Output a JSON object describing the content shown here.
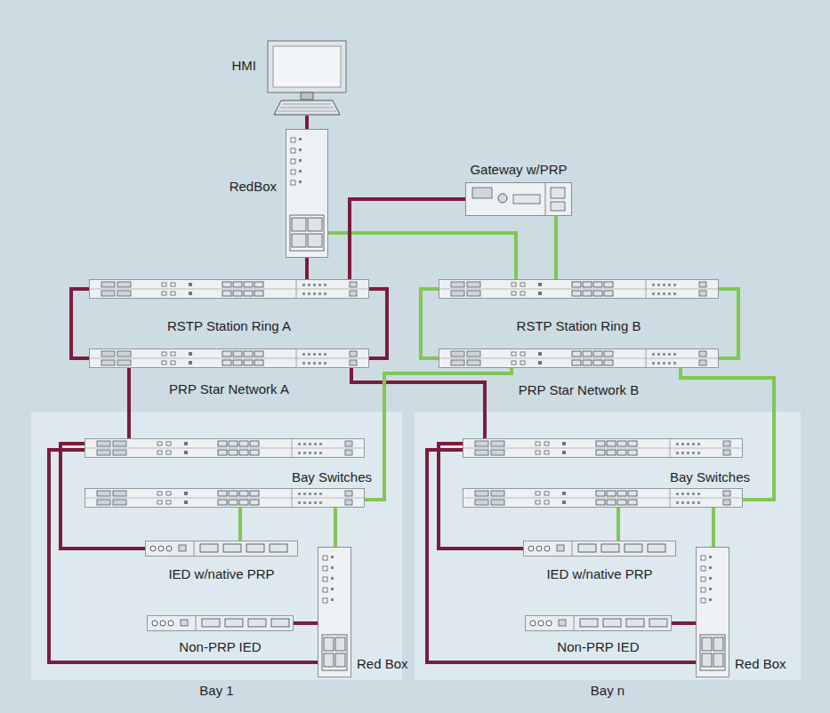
{
  "diagram": {
    "nodes": [
      {
        "text": [
          "HMI"
        ]
      },
      {
        "text": [
          "RedBox"
        ]
      },
      {
        "text": [
          "Gateway w/PRP"
        ]
      },
      {
        "text": [
          "RSTP Station Ring A"
        ]
      },
      {
        "text": [
          "PRP Star Network A"
        ]
      },
      {
        "text": [
          "RSTP Station Ring B"
        ]
      },
      {
        "text": [
          "PRP Star Network B"
        ]
      },
      {
        "text": [
          "Bay 1"
        ]
      },
      {
        "text": [
          "Bay Switches"
        ],
        "in": 7
      },
      {
        "text": [
          "IED w/native PRP"
        ],
        "in": 7
      },
      {
        "text": [
          "Non-PRP IED"
        ],
        "in": 7
      },
      {
        "text": [
          "Red Box"
        ],
        "in": 7
      },
      {
        "text": [
          "Bay n"
        ]
      },
      {
        "text": [
          "Bay Switches"
        ],
        "in": 12
      },
      {
        "text": [
          "IED w/native PRP"
        ],
        "in": 12
      },
      {
        "text": [
          "Non-PRP IED"
        ],
        "in": 12
      },
      {
        "text": [
          "Red Box"
        ],
        "in": 12
      }
    ],
    "edges": [
      {
        "from": 0,
        "to": 1,
        "arrow": "none"
      },
      {
        "from": 1,
        "to": 3,
        "arrow": "none"
      },
      {
        "from": 1,
        "to": 5,
        "arrow": "none"
      },
      {
        "from": 3,
        "to": 2,
        "arrow": "none"
      },
      {
        "from": 2,
        "to": 5,
        "arrow": "none"
      },
      {
        "from": 3,
        "to": 4,
        "arrow": "none"
      },
      {
        "from": 3,
        "to": 4,
        "arrow": "none"
      },
      {
        "from": 5,
        "to": 6,
        "arrow": "none"
      },
      {
        "from": 5,
        "to": 6,
        "arrow": "none"
      },
      {
        "from": 4,
        "to": 8,
        "arrow": "none"
      },
      {
        "from": 4,
        "to": 13,
        "arrow": "none"
      },
      {
        "from": 6,
        "to": 8,
        "arrow": "none"
      },
      {
        "from": 6,
        "to": 13,
        "arrow": "none"
      },
      {
        "from": 8,
        "to": 9,
        "arrow": "none"
      },
      {
        "from": 8,
        "to": 11,
        "arrow": "none"
      },
      {
        "from": 8,
        "to": 9,
        "arrow": "none"
      },
      {
        "from": 8,
        "to": 11,
        "arrow": "none"
      },
      {
        "from": 11,
        "to": 10,
        "arrow": "none"
      },
      {
        "from": 13,
        "to": 14,
        "arrow": "none"
      },
      {
        "from": 13,
        "to": 16,
        "arrow": "none"
      },
      {
        "from": 13,
        "to": 14,
        "arrow": "none"
      },
      {
        "from": 13,
        "to": 16,
        "arrow": "none"
      },
      {
        "from": 16,
        "to": 15,
        "arrow": "none"
      }
    ]
  }
}
